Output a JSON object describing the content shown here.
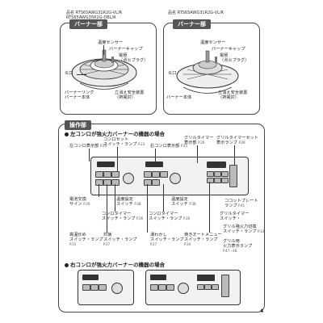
{
  "top_left": {
    "models": [
      "品名 RTS65AWG31R2G-VL/R",
      "RTS65AWG35R2G-DBL/R"
    ],
    "title": "バーナー部",
    "labels": {
      "temp_sensor": "温度センサー",
      "burner_cap": "バーナーキャップ",
      "electrode": "電極",
      "electrode_sub": "（点火プラグ）",
      "flame_port": "炎口",
      "burner_ring": "バーナーリング",
      "burner_body": "バーナー本体",
      "safety": "立消え安全装置",
      "safety_sub": "（熱電対）"
    }
  },
  "top_right": {
    "models": [
      "品名 RTS65AWG31R2G-VL/R"
    ],
    "title": "バーナー部",
    "labels": {
      "temp_sensor": "温度センサー",
      "burner_cap": "バーナーキャップ",
      "electrode": "電極",
      "electrode_sub": "（点火プラグ）",
      "flame_port": "炎口",
      "burner_body": "バーナー本体",
      "safety": "立消え安全装置",
      "safety_sub": "（熱電対）"
    }
  },
  "controls": {
    "title": "操作部",
    "section1": "左コンロが強火力バーナーの機器の場合",
    "section2": "右コンロが強火力バーナーの機器の場合",
    "labels": {
      "left_display": "左コンロ表示部",
      "left_display_ref": "P.25",
      "right_display": "右コンロ表示部",
      "right_display_ref": "P.25",
      "conro_set": "コンロセット",
      "conro_set_sub": "スイッチ・ランプ",
      "conro_set_ref": "P.23",
      "grill_timer": "グリルタイマー",
      "grill_timer_sub": "表示部",
      "grill_timer_ref": "P.26",
      "grill_timer_set": "グリルタイマーセット",
      "grill_timer_set_sub": "表示ランプ",
      "grill_timer_set_ref": "P.28",
      "battery": "電池交換",
      "battery_sub": "サイン",
      "battery_ref": "P.29",
      "temp_set": "温度設定",
      "temp_set_sub": "スイッチ",
      "temp_set_ref": "P.38",
      "temp_set2": "温度設定",
      "temp_set2_sub": "スイッチ",
      "temp_set2_ref": "P.38",
      "cocotto": "ココットプレート",
      "cocotto_sub": "ランプ",
      "cocotto_ref": "P.41",
      "grill_timer_switch": "グリルタイマー",
      "grill_timer_switch_sub": "スイッチ・",
      "conro_timer": "コンロタイマー",
      "conro_timer_sub": "スイッチ・ランプ",
      "conro_timer_ref": "P.26",
      "conro_timer2": "コンロタイマー",
      "conro_timer2_sub": "スイッチ・ランプ",
      "conro_timer2_ref": "P.26",
      "grill_fire": "グリル強火力切換",
      "grill_fire_sub": "スイッチ・ランプ",
      "grill_fire_ref": "P.33",
      "high_temp": "高温炒め",
      "high_temp_sub": "スイッチ・ランプ",
      "high_temp_ref": "P.35",
      "rice": "炊飯",
      "rice_sub": "スイッチ・ランプ",
      "rice_ref": "P.37",
      "boil": "湯わかし",
      "boil_sub": "スイッチ・ランプ",
      "boil_ref": "P.27",
      "auto_menu": "焼きオートメニュー",
      "auto_menu_sub": "スイッチ・ランプ",
      "auto_menu_ref": "P.30",
      "grill_fire2": "グリル用",
      "grill_fire2_sub": "火力表示ランプ",
      "grill_fire2_ref": "P.47・48"
    }
  },
  "page_number": "4"
}
